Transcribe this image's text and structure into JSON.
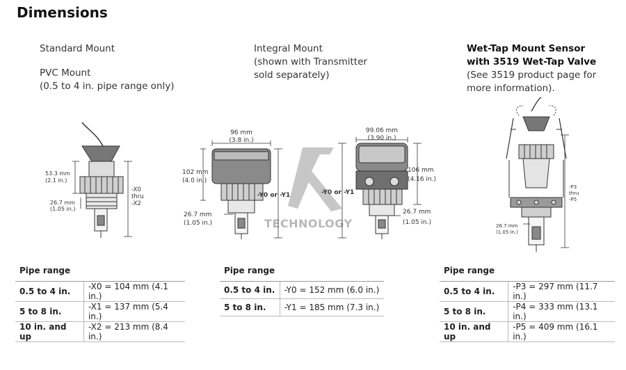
{
  "page_title": "Dimensions",
  "watermark": "TECHNOLOGY",
  "standard": {
    "caption1": "Standard Mount",
    "caption2": "PVC Mount",
    "caption3": "(0.5 to 4 in. pipe range only)",
    "dim_height_mm": "53.3 mm",
    "dim_height_in": "(2.1 in.)",
    "dim_thread_mm": "26.7 mm",
    "dim_thread_in": "(1.05 in.)",
    "x_label1": "-X0",
    "x_label2": "thru",
    "x_label3": "-X2",
    "table": {
      "header": "Pipe range",
      "rows": [
        {
          "range": "0.5 to 4 in.",
          "value": "-X0 = 104 mm (4.1 in.)"
        },
        {
          "range": "5 to 8 in.",
          "value": "-X1 = 137 mm (5.4 in.)"
        },
        {
          "range": "10 in. and up",
          "value": "-X2 = 213 mm (8.4 in.)"
        }
      ]
    }
  },
  "integral": {
    "caption1": "Integral Mount",
    "caption2": "(shown with Transmitter",
    "caption3": "sold separately)",
    "left_width_mm": "96 mm",
    "left_width_in": "(3.8 in.)",
    "left_height_mm": "102 mm",
    "left_height_in": "(4.0 in.)",
    "left_thread_mm": "26.7 mm",
    "left_thread_in": "(1.05 in.)",
    "left_y_label": "-Y0 or -Y1",
    "right_width_mm": "99.06 mm",
    "right_width_in": "(3.90 in.)",
    "right_height_mm": "106 mm",
    "right_height_in": "(4.16 in.)",
    "right_thread_mm": "26.7 mm",
    "right_thread_in": "(1.05 in.)",
    "right_y_label": "-Y0 or -Y1",
    "table": {
      "header": "Pipe range",
      "rows": [
        {
          "range": "0.5 to 4 in.",
          "value": "-Y0 = 152 mm (6.0 in.)"
        },
        {
          "range": "5 to 8 in.",
          "value": "-Y1 = 185 mm (7.3 in.)"
        }
      ]
    }
  },
  "wettap": {
    "caption1": "Wet-Tap Mount Sensor",
    "caption2": "with 3519 Wet-Tap Valve",
    "caption3": "(See 3519 product page for",
    "caption4": "more information).",
    "dim_thread_mm": "26.7 mm",
    "dim_thread_in": "(1.05 in.)",
    "p_label1": "-P3",
    "p_label2": "thru",
    "p_label3": "-P5",
    "table": {
      "header": "Pipe range",
      "rows": [
        {
          "range": "0.5 to 4 in.",
          "value": "-P3 = 297 mm (11.7 in.)"
        },
        {
          "range": "5 to 8 in.",
          "value": "-P4 = 333 mm (13.1 in.)"
        },
        {
          "range": "10 in. and up",
          "value": "-P5 = 409 mm (16.1 in.)"
        }
      ]
    }
  }
}
